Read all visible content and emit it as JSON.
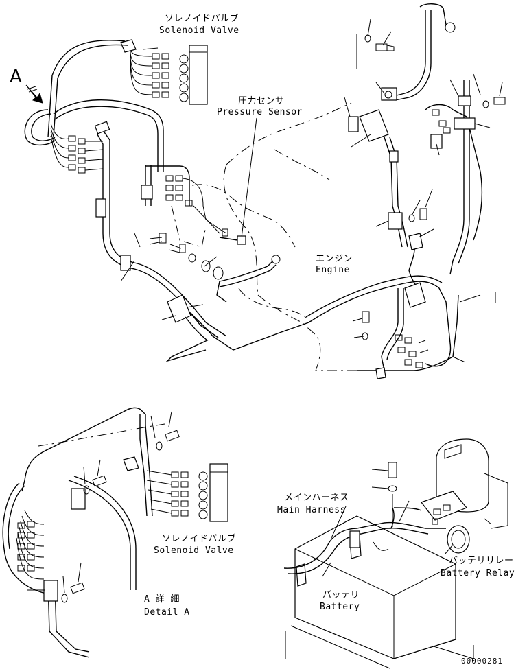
{
  "labels": {
    "solenoid_top_jp": "ソレノイドバルブ",
    "solenoid_top_en": "Solenoid Valve",
    "pressure_jp": "圧力センサ",
    "pressure_en": "Pressure Sensor",
    "engine_jp": "エンジン",
    "engine_en": "Engine",
    "view_marker": "A",
    "solenoid_bottom_jp": "ソレノイドバルブ",
    "solenoid_bottom_en": "Solenoid Valve",
    "detail_jp": "A 詳 細",
    "detail_en": "Detail A",
    "harness_jp": "メインハーネス",
    "harness_en": "Main Harness",
    "battery_jp": "バッテリ",
    "battery_en": "Battery",
    "relay_jp": "バッテリリレー",
    "relay_en": "Battery Relay",
    "drawing_number": "00000281"
  },
  "icons": {
    "view_arrow": "hatched-arrow-icon"
  }
}
